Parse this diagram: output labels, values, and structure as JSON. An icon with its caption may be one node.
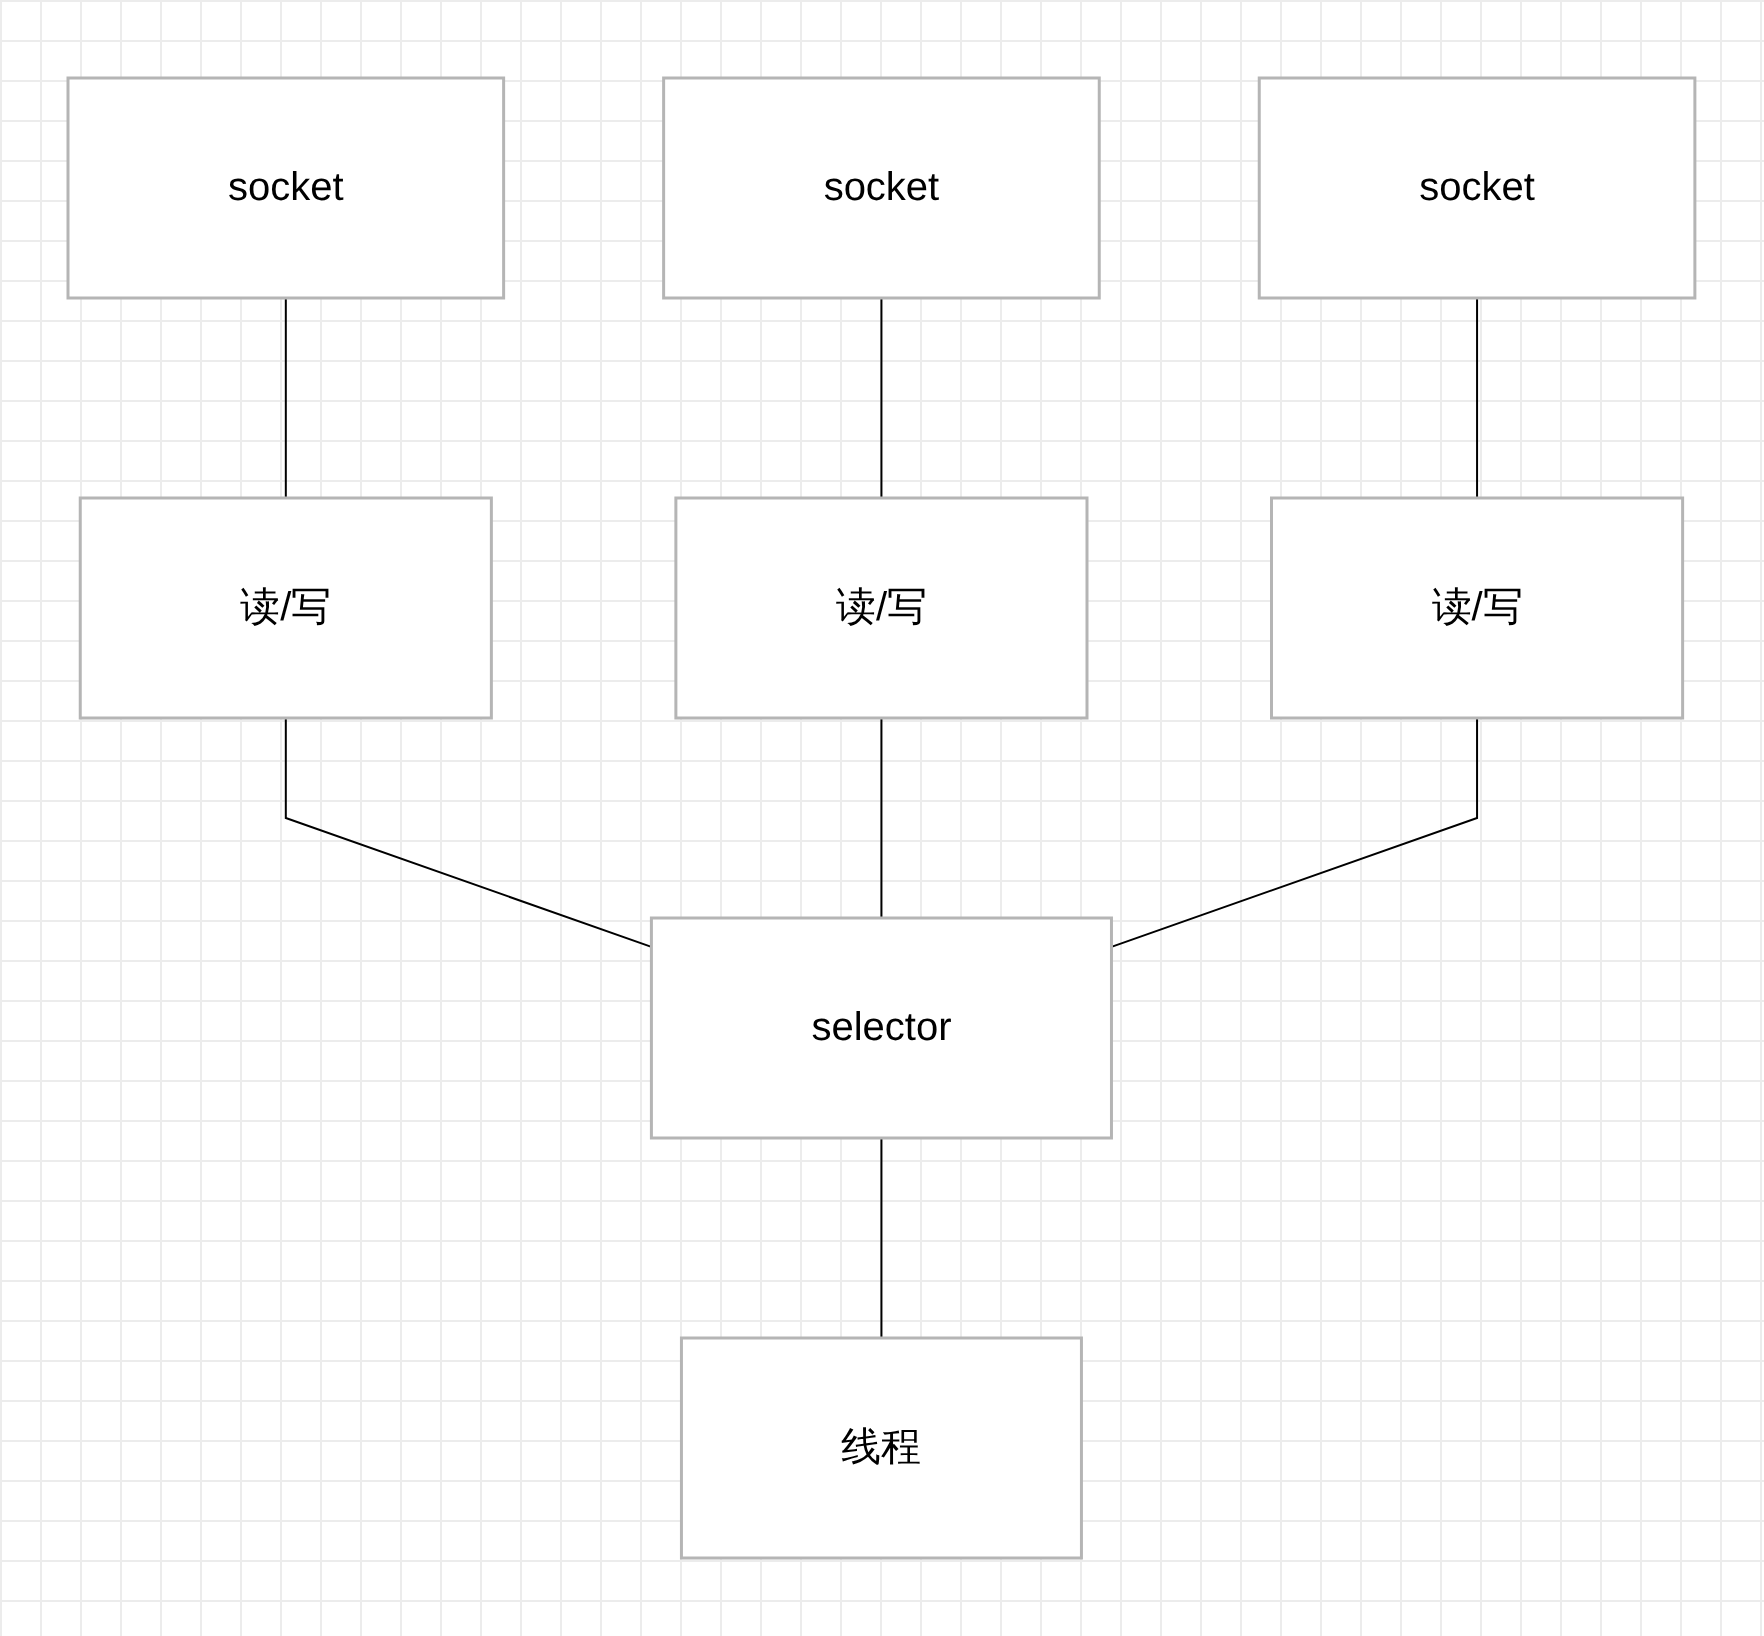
{
  "diagram": {
    "nodes": [
      {
        "text": [
          "socket"
        ]
      },
      {
        "text": [
          "socket"
        ]
      },
      {
        "text": [
          "socket"
        ]
      },
      {
        "text": [
          "读/写"
        ]
      },
      {
        "text": [
          "读/写"
        ]
      },
      {
        "text": [
          "读/写"
        ]
      },
      {
        "text": [
          "selector"
        ]
      },
      {
        "text": [
          "线程"
        ]
      }
    ],
    "edges": [
      {
        "from": 0,
        "to": 3,
        "arrow": "none"
      },
      {
        "from": 1,
        "to": 4,
        "arrow": "none"
      },
      {
        "from": 2,
        "to": 5,
        "arrow": "none"
      },
      {
        "from": 3,
        "to": 6,
        "arrow": "none"
      },
      {
        "from": 4,
        "to": 6,
        "arrow": "none"
      },
      {
        "from": 5,
        "to": 6,
        "arrow": "none"
      },
      {
        "from": 6,
        "to": 7,
        "arrow": "none"
      }
    ]
  }
}
